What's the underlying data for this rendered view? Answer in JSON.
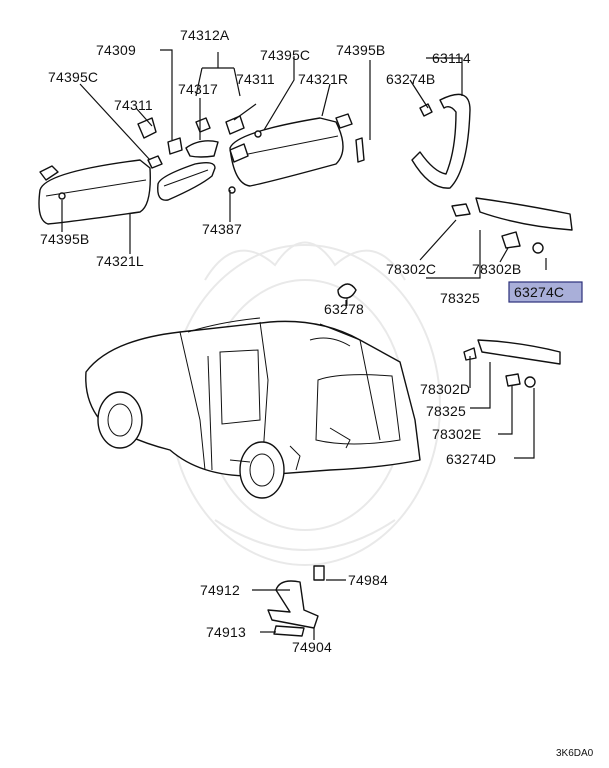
{
  "labels": {
    "p74309": "74309",
    "p74312A": "74312A",
    "p74395C_top": "74395C",
    "p74395B_top": "74395B",
    "p63114": "63114",
    "p74395C_left": "74395C",
    "p74317": "74317",
    "p74311_left": "74311",
    "p74311_mid": "74311",
    "p74321R": "74321R",
    "p63274B": "63274B",
    "p74395B_left": "74395B",
    "p74387": "74387",
    "p74321L": "74321L",
    "p78302C": "78302C",
    "p78302B": "78302B",
    "p78325_top": "78325",
    "p63274C": "63274C",
    "p63278": "63278",
    "p78302D": "78302D",
    "p78325_right": "78325",
    "p78302E": "78302E",
    "p63274D": "63274D",
    "p74912": "74912",
    "p74984": "74984",
    "p74913": "74913",
    "p74904": "74904",
    "code": "3K6DA0"
  },
  "highlight": {
    "part": "63274C",
    "fill": "#a9afd9",
    "border": "#2b2f7a"
  }
}
